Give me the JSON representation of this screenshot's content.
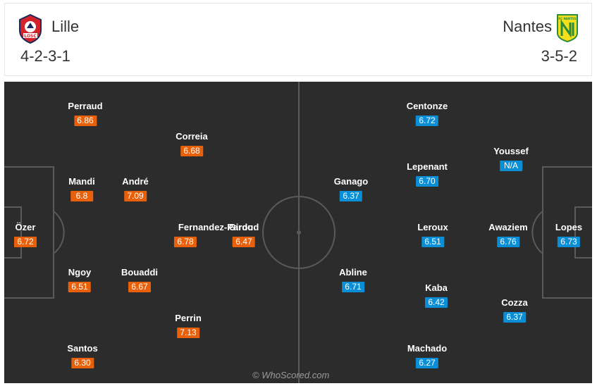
{
  "home": {
    "name": "Lille",
    "formation": "4-2-3-1",
    "crest_text": "LOSC",
    "color": "#e8600a",
    "players": [
      {
        "name": "Perraud",
        "rating": "6.86"
      },
      {
        "name": "Correia",
        "rating": "6.68"
      },
      {
        "name": "Mandi",
        "rating": "6.8"
      },
      {
        "name": "André",
        "rating": "7.09"
      },
      {
        "name": "Özer",
        "rating": "6.72"
      },
      {
        "name": "Fernandez-Pardo",
        "rating": "6.78"
      },
      {
        "name": "Giroud",
        "rating": "6.47"
      },
      {
        "name": "Ngoy",
        "rating": "6.51"
      },
      {
        "name": "Bouaddi",
        "rating": "6.67"
      },
      {
        "name": "Perrin",
        "rating": "7.13"
      },
      {
        "name": "Santos",
        "rating": "6.30"
      }
    ]
  },
  "away": {
    "name": "Nantes",
    "formation": "3-5-2",
    "crest_text": "FC NANTES",
    "color": "#0a8fd6",
    "players": [
      {
        "name": "Centonze",
        "rating": "6.72"
      },
      {
        "name": "Youssef",
        "rating": "N/A"
      },
      {
        "name": "Lepenant",
        "rating": "6.70"
      },
      {
        "name": "Ganago",
        "rating": "6.37"
      },
      {
        "name": "Leroux",
        "rating": "6.51"
      },
      {
        "name": "Awaziem",
        "rating": "6.76"
      },
      {
        "name": "Lopes",
        "rating": "6.73"
      },
      {
        "name": "Abline",
        "rating": "6.71"
      },
      {
        "name": "Kaba",
        "rating": "6.42"
      },
      {
        "name": "Cozza",
        "rating": "6.37"
      },
      {
        "name": "Machado",
        "rating": "6.27"
      }
    ]
  },
  "watermark": "© WhoScored.com"
}
